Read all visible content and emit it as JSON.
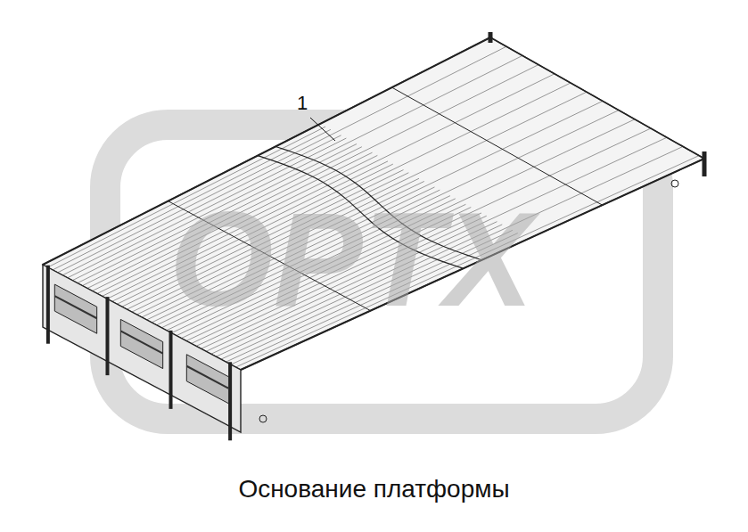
{
  "diagram": {
    "caption": "Основание платформы",
    "labels": [
      "1",
      "OPTX"
    ]
  }
}
